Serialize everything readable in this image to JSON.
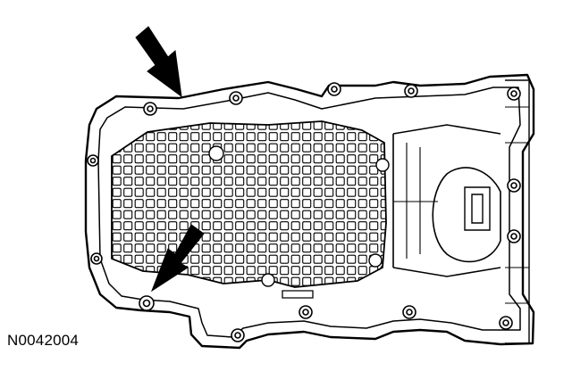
{
  "figure": {
    "code": "N0042004",
    "ink_color": "#000000",
    "paper_color": "#ffffff",
    "callouts": [
      "arrow-pointer",
      "arrow-pointer"
    ]
  }
}
